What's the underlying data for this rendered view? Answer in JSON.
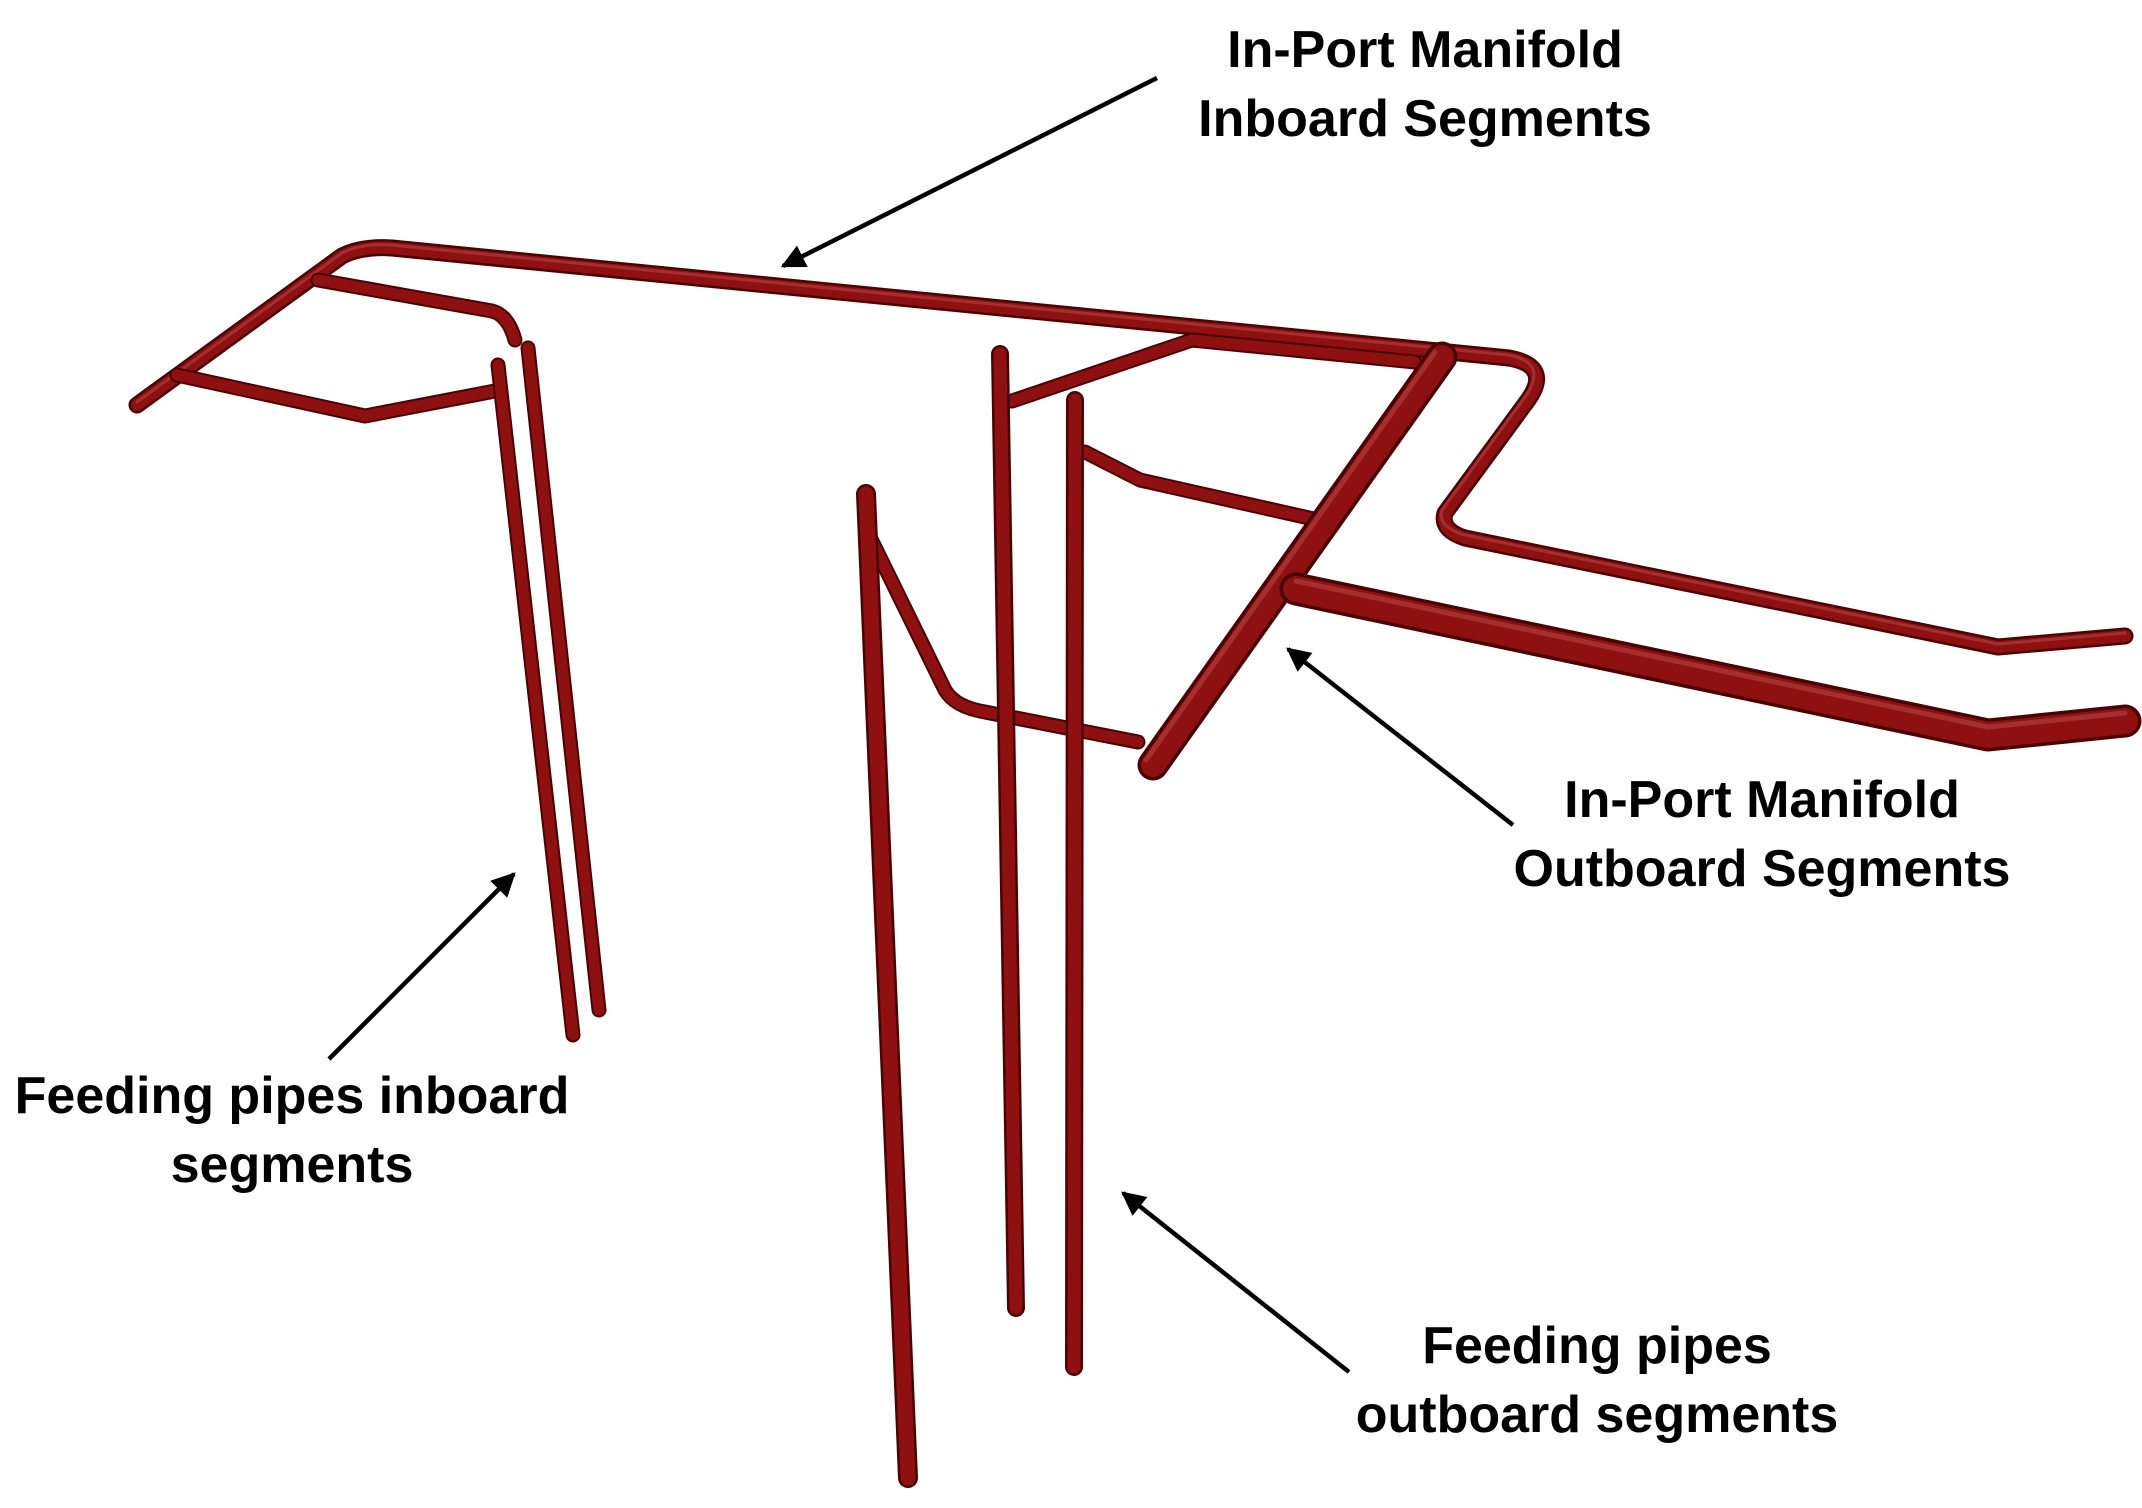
{
  "diagram": {
    "labels": {
      "inboard_manifold": [
        "In-Port Manifold",
        "Inboard  Segments"
      ],
      "outboard_manifold": [
        "In-Port Manifold",
        "Outboard Segments"
      ],
      "feeding_inboard": [
        "Feeding pipes inboard",
        "segments"
      ],
      "feeding_outboard": [
        "Feeding pipes",
        "outboard segments"
      ]
    },
    "colors": {
      "pipe": "#8f1010",
      "pipe_shadow": "#4a0303",
      "pipe_highlight": "#b84848",
      "callout": "#000000",
      "background": "#ffffff"
    }
  }
}
